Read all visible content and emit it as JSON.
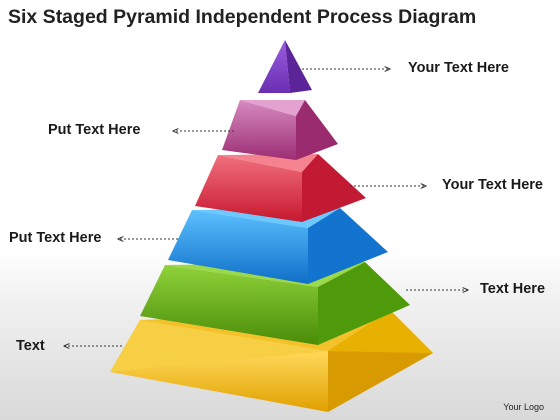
{
  "title": "Six Staged Pyramid Independent Process Diagram",
  "labels": {
    "stage1": "Your Text Here",
    "stage2": "Put Text Here",
    "stage3": "Your Text Here",
    "stage4": "Put Text Here",
    "stage5": "Text Here",
    "stage6": "Text"
  },
  "logo": "Your Logo",
  "colors": {
    "stage1": "#7b3fbf",
    "stage2": "#b0407e",
    "stage3": "#d92b4a",
    "stage4": "#1b8fe3",
    "stage5": "#5faa12",
    "stage6": "#f1b400"
  }
}
